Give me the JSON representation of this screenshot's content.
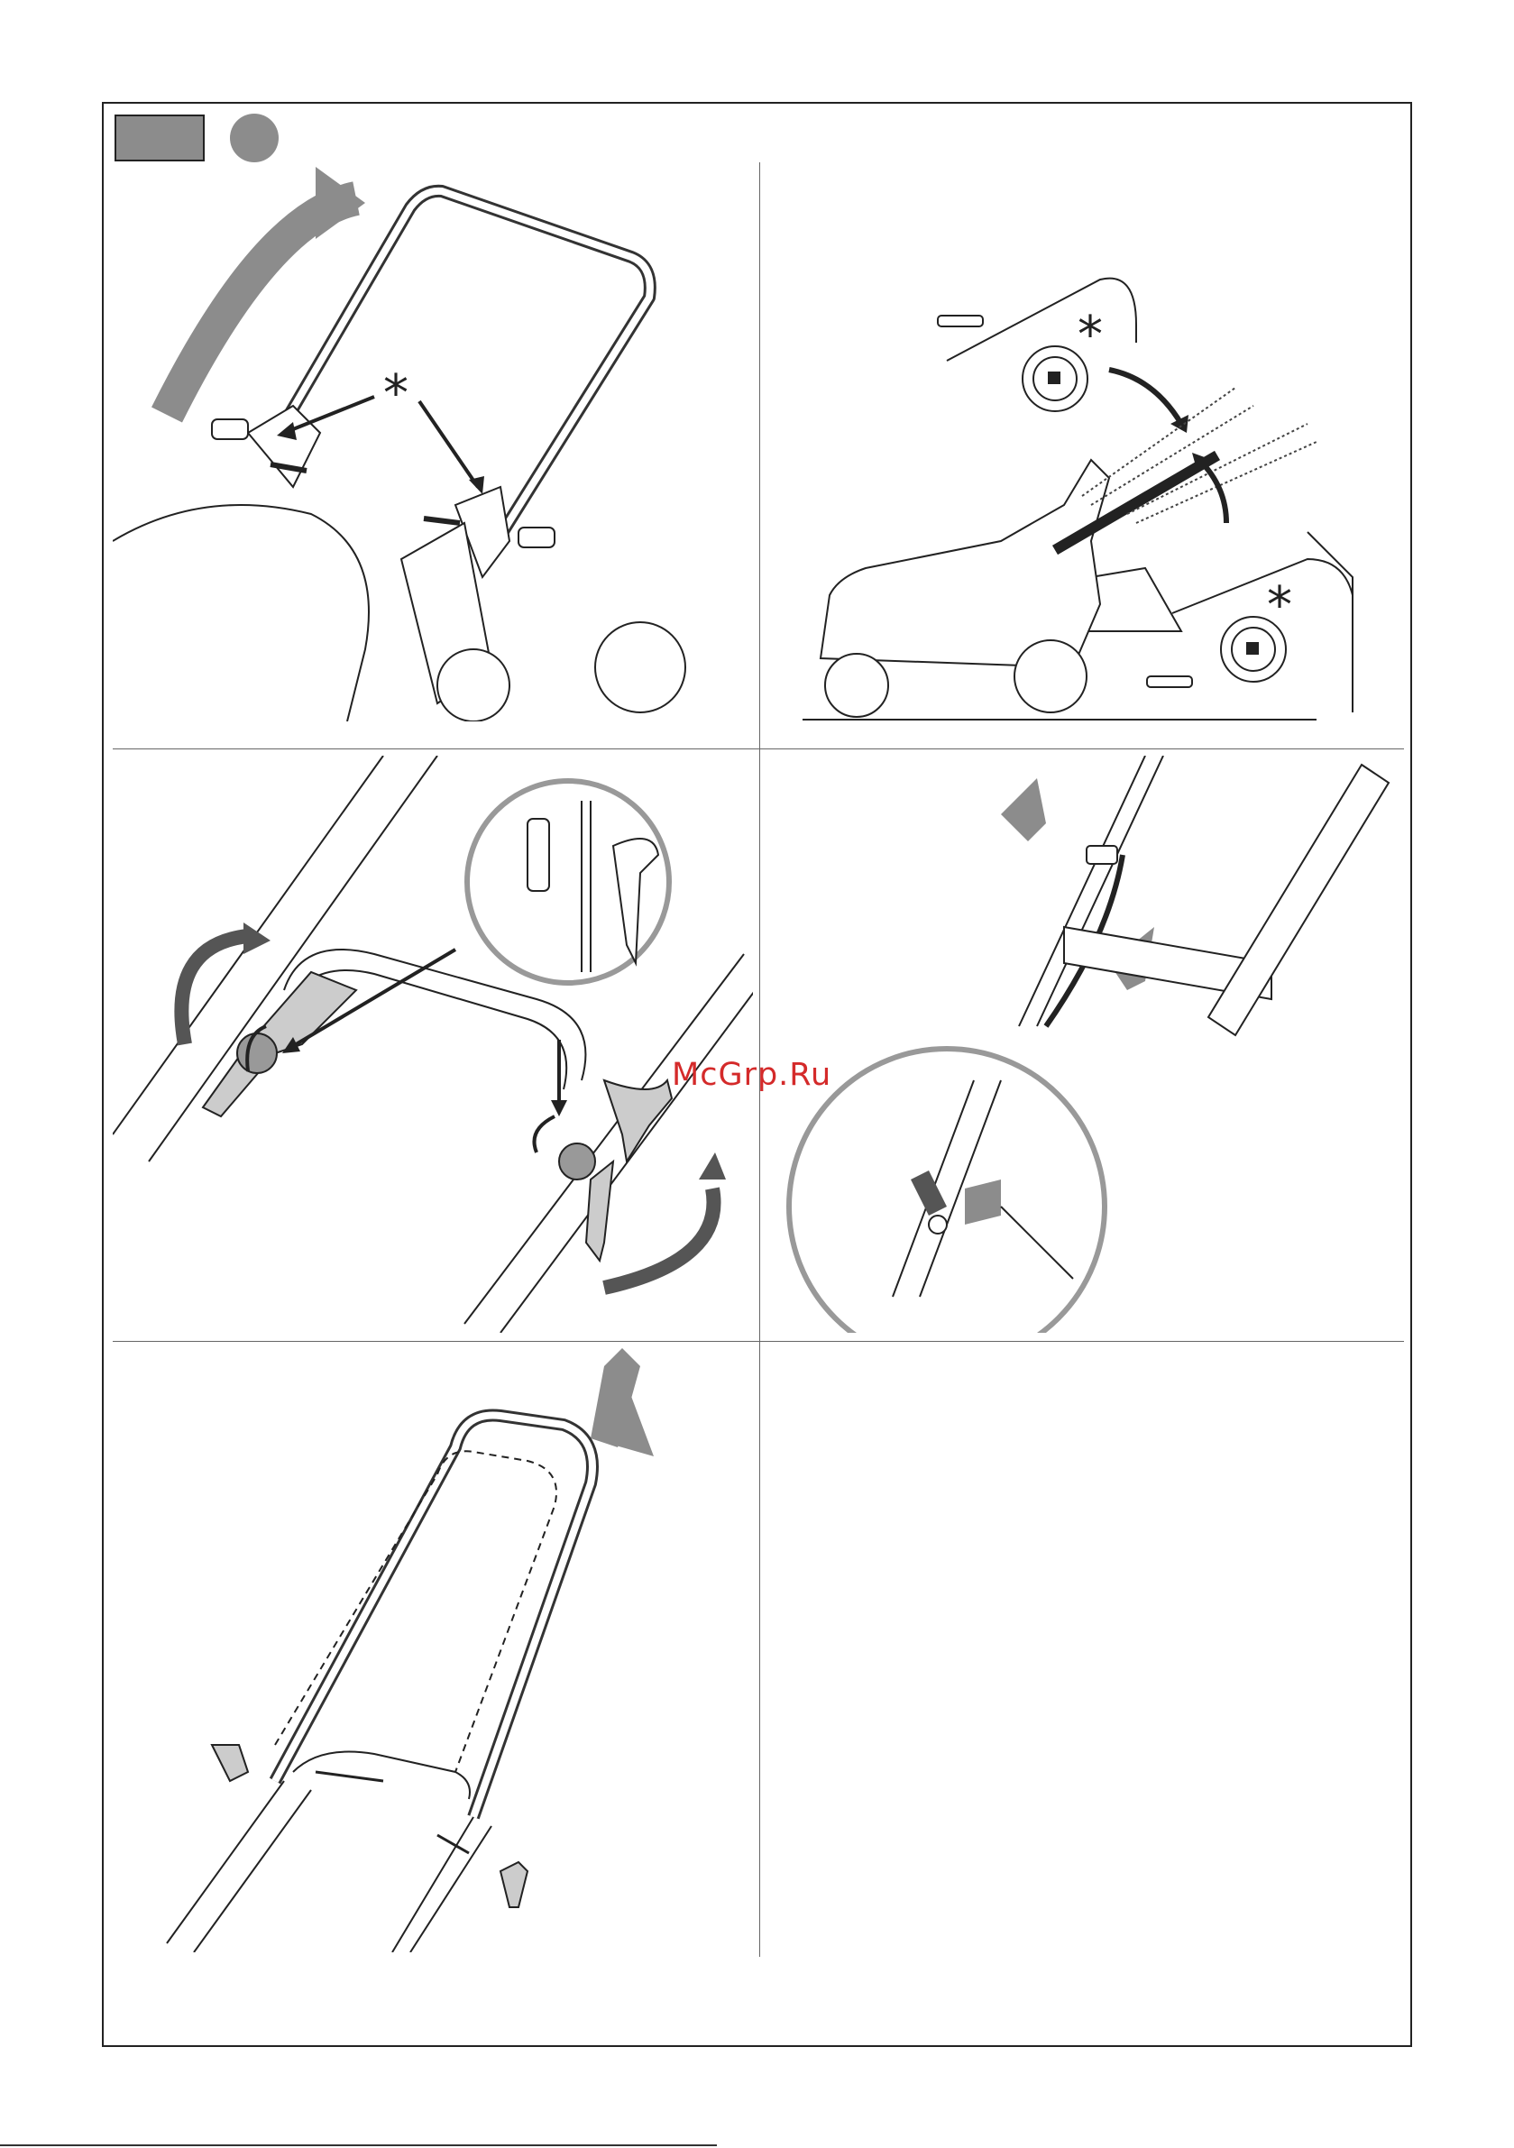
{
  "watermark": {
    "text": "McGrp.Ru",
    "color": "#d42a2a"
  },
  "panels": [
    {
      "id": "1",
      "icon": "handle-unfold-illustration",
      "marker": "*"
    },
    {
      "id": "2",
      "icon": "handle-height-adjust-illustration",
      "marker": "*"
    },
    {
      "id": "3",
      "icon": "handle-clamp-lever-illustration"
    },
    {
      "id": "4",
      "icon": "cable-clip-illustration"
    },
    {
      "id": "5",
      "icon": "handle-extend-illustration"
    },
    {
      "id": "6",
      "icon": "empty-panel"
    }
  ],
  "colors": {
    "line": "#222222",
    "gray_arrow": "#8c8c8c",
    "badge": "#8c8c8c"
  }
}
